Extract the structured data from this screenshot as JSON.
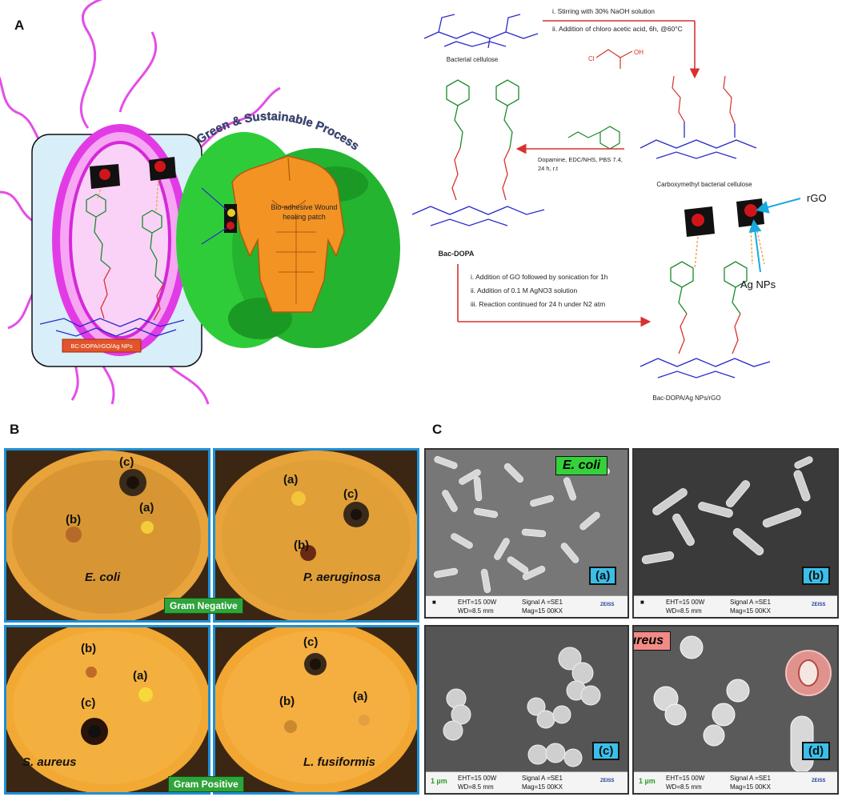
{
  "panels": {
    "a": "A",
    "b": "B",
    "c": "C"
  },
  "scheme": {
    "process_banner": "Green & Sustainable Process",
    "patch_label_line1": "Bio-adhesive Wound",
    "patch_label_line2": "healing patch",
    "composite_tag": "BC-DOPA/rGO/Ag NPs",
    "bacterial_cellulose": "Bacterial cellulose",
    "step1_i": "i. Stirring with 30% NaOH solution",
    "step1_ii": "ii. Addition of chloro acetic acid, 6h, @60°C",
    "chloro_cl": "Cl",
    "chloro_oh": "OH",
    "carboxymethyl": "Carboxymethyl bacterial cellulose",
    "dopamine_line1": "Dopamine, EDC/NHS, PBS 7.4,",
    "dopamine_line2": "24 h, r.t",
    "bac_dopa": "Bac-DOPA",
    "step3_i": "i.    Addition of GO followed by sonication for 1h",
    "step3_ii": "ii.   Addition of 0.1 M AgNO3 solution",
    "step3_iii": "iii.  Reaction continued for 24 h under N2 atm",
    "rgo": "rGO",
    "agnps": "Ag NPs",
    "final_product": "Bac-DOPA/Ag NPs/rGO"
  },
  "plates": {
    "ecoli_label": "E. coli",
    "paer_label": "P. aeruginosa",
    "saur_label": "S. aureus",
    "lfus_label": "L. fusiformis",
    "gram_negative": "Gram Negative",
    "gram_positive": "Gram Positive",
    "a": "(a)",
    "b": "(b)",
    "c": "(c)"
  },
  "sem": {
    "ecoli_tag": "E. coli",
    "saur_tag": "S. aureus",
    "tag_a": "(a)",
    "tag_b": "(b)",
    "tag_c": "(c)",
    "tag_d": "(d)",
    "eht": "EHT=15 00W",
    "signal": "Signal A =SE1",
    "wd": "WD=8.5 mm",
    "mag": "Mag=15 00KX",
    "scale": "1 µm",
    "zeiss": "ZEISS"
  },
  "colors": {
    "blue_border": "#1e8fd6",
    "gram_green": "#2fa43b",
    "sem_tag": "#39c0ea",
    "saur_tag_bg": "#f28b86",
    "ecoli_tag_bg": "#35d13b",
    "arrow_red": "#d6322e",
    "backbone_blue": "#2a2acb",
    "dopa_green": "#1a8a2a",
    "bacterium_magenta": "#e23be6",
    "body_orange": "#f29324",
    "leaf_green": "#2fcc3a"
  }
}
